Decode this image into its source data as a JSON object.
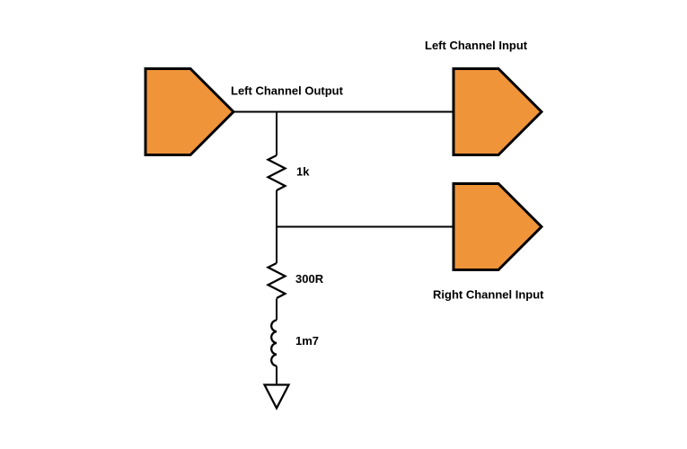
{
  "colors": {
    "connector_fill": "#F0943A",
    "stroke": "#000000",
    "background": "#FFFFFF"
  },
  "diagram": {
    "type": "audio-crossfeed-schematic",
    "connectors": [
      {
        "id": "left-channel-output",
        "label": "Left Channel Output",
        "role": "output",
        "direction": "right"
      },
      {
        "id": "left-channel-input",
        "label": "Left Channel Input",
        "role": "input",
        "direction": "right"
      },
      {
        "id": "right-channel-input",
        "label": "Right Channel Input",
        "role": "input",
        "direction": "right"
      }
    ],
    "components": [
      {
        "id": "resistor-1",
        "type": "resistor",
        "value": "1k"
      },
      {
        "id": "resistor-2",
        "type": "resistor",
        "value": "300R"
      },
      {
        "id": "inductor-1",
        "type": "inductor",
        "value": "1m7"
      },
      {
        "id": "ground-1",
        "type": "ground",
        "value": ""
      }
    ]
  }
}
